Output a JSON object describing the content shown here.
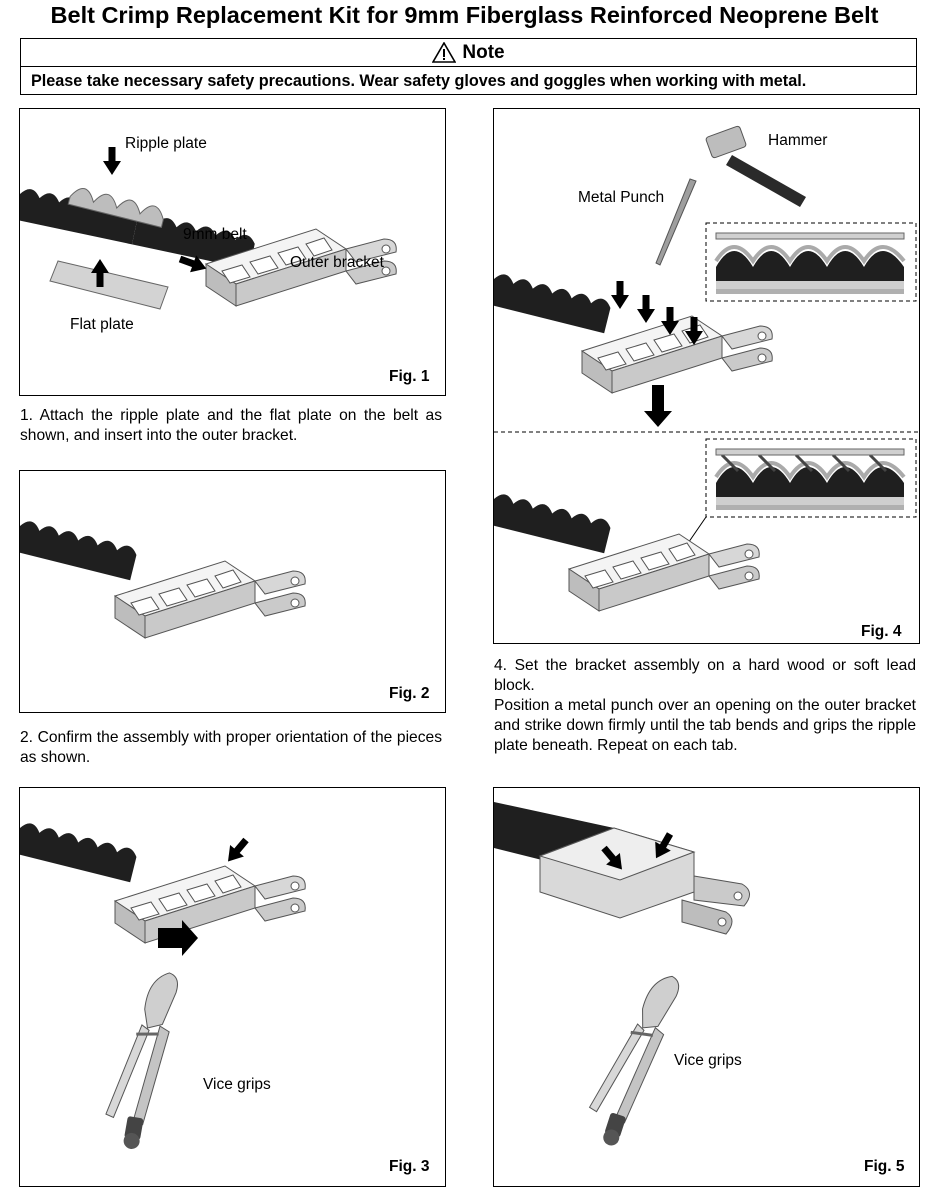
{
  "title": "Belt Crimp Replacement Kit for 9mm Fiberglass Reinforced Neoprene Belt",
  "note": {
    "heading": "Note",
    "icon": "warning-triangle",
    "text": "Please take necessary safety precautions. Wear safety gloves and goggles when  working with metal."
  },
  "figures": {
    "fig1": {
      "label": "Fig. 1",
      "callouts": {
        "ripple_plate": "Ripple plate",
        "belt": "9mm belt",
        "outer_bracket": "Outer bracket",
        "flat_plate": "Flat plate"
      }
    },
    "fig2": {
      "label": "Fig. 2"
    },
    "fig3": {
      "label": "Fig. 3",
      "callouts": {
        "vice_grips": "Vice grips"
      }
    },
    "fig4": {
      "label": "Fig. 4",
      "callouts": {
        "hammer": "Hammer",
        "metal_punch": "Metal Punch"
      }
    },
    "fig5": {
      "label": "Fig. 5",
      "callouts": {
        "vice_grips": "Vice grips"
      }
    }
  },
  "steps": {
    "step1": "1. Attach the ripple plate and the flat plate on the belt as shown, and insert into the outer bracket.",
    "step2": "2. Confirm the assembly with proper orientation of the pieces as shown.",
    "step4a": "4. Set the bracket assembly on a hard wood or soft lead block.",
    "step4b": "Position a metal punch over an opening on the outer bracket and strike down firmly until the tab bends and grips the ripple plate beneath. Repeat on each tab."
  },
  "colors": {
    "belt": "#1e1e1e",
    "bracket": "#d4d4d4",
    "bracket_shade": "#a8a8a8",
    "arrow": "#000000"
  }
}
